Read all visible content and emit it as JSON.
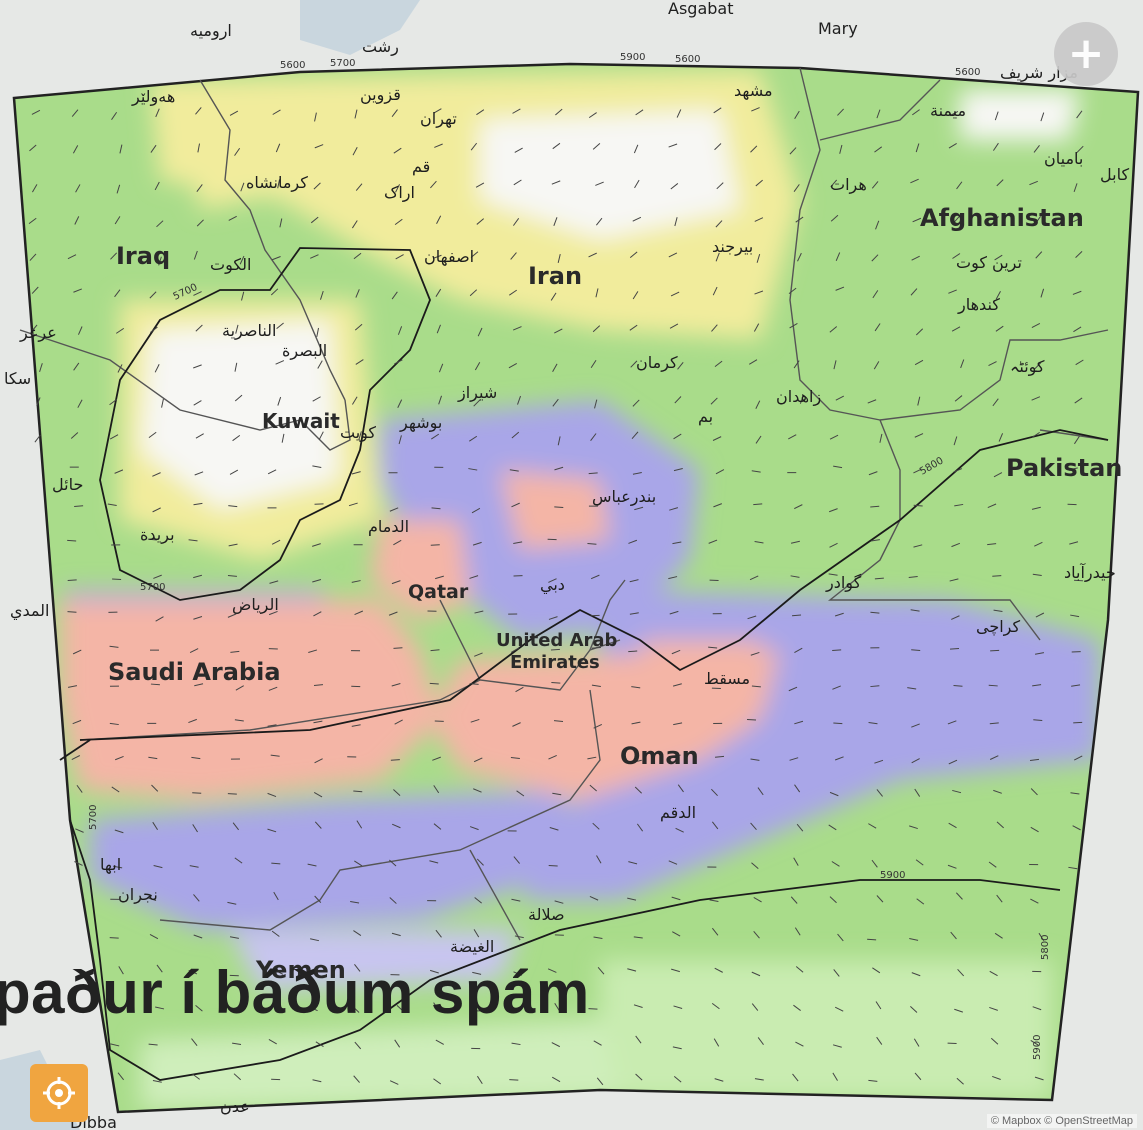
{
  "map": {
    "countries": [
      "Iraq",
      "Iran",
      "Kuwait",
      "Saudi Arabia",
      "Qatar",
      "United Arab",
      "Emirates",
      "Oman",
      "Afghanistan",
      "Pakistan",
      "Yemen"
    ],
    "cities_outside": [
      "Asgabat",
      "Mary",
      "سكا",
      "المدي",
      "Dibba"
    ],
    "cities": [
      "ارومیه",
      "هەولێر",
      "قزوین",
      "تهران",
      "رشت",
      "مشهد",
      "کرمانشاه",
      "قم",
      "اراک",
      "اصفهان",
      "بیرجند",
      "الكوت",
      "الناصرية",
      "البصرة",
      "شیراز",
      "بوشهر",
      "کرمان",
      "بم",
      "زاهدان",
      "بندرعباس",
      "الدمام",
      "الرياض",
      "بريدة",
      "دبي",
      "مسقط",
      "الدقم",
      "صلالة",
      "الغيضة",
      "نجران",
      "ابها",
      "عدن",
      "كويت",
      "هرات",
      "ميمنة",
      "باميان",
      "كابل",
      "ترين كوت",
      "كندهار",
      "کوئٹہ",
      "گوادر",
      "حيدرآباد",
      "کراچی",
      "عرعر",
      "حائل",
      "مزار شریف"
    ],
    "contour_labels": [
      "5600",
      "5700",
      "5700",
      "5700",
      "5800",
      "5900",
      "5700",
      "5600",
      "5800",
      "5900",
      "5900",
      "5600"
    ],
    "attribution": "© Mapbox © OpenStreetMap"
  },
  "ui": {
    "zoom_label": "+",
    "overlay_title": "paður í báðum spám"
  },
  "colors": {
    "yellow": "#f1ec9c",
    "green": "#a9dc8a",
    "pink": "#f4b5a6",
    "purple": "#a9a6e8",
    "white": "#f7f7f4",
    "button_orange": "#f0a540"
  }
}
